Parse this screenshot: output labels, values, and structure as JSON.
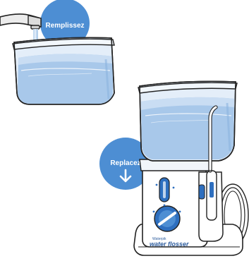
{
  "steps": {
    "fill_label": "Remplissez",
    "replace_label": "Replacez",
    "arrow_glyph": "↓"
  },
  "brand": {
    "small": "Waterpik",
    "main": "water flosser"
  },
  "colors": {
    "badge_blue": "#4d8ed3",
    "water_blue": "#a8c8ea",
    "water_dark": "#7fa9d8",
    "outline": "#222222",
    "faucet": "#ececec",
    "device_white": "#ffffff",
    "accent_blue": "#2e6fbf"
  }
}
